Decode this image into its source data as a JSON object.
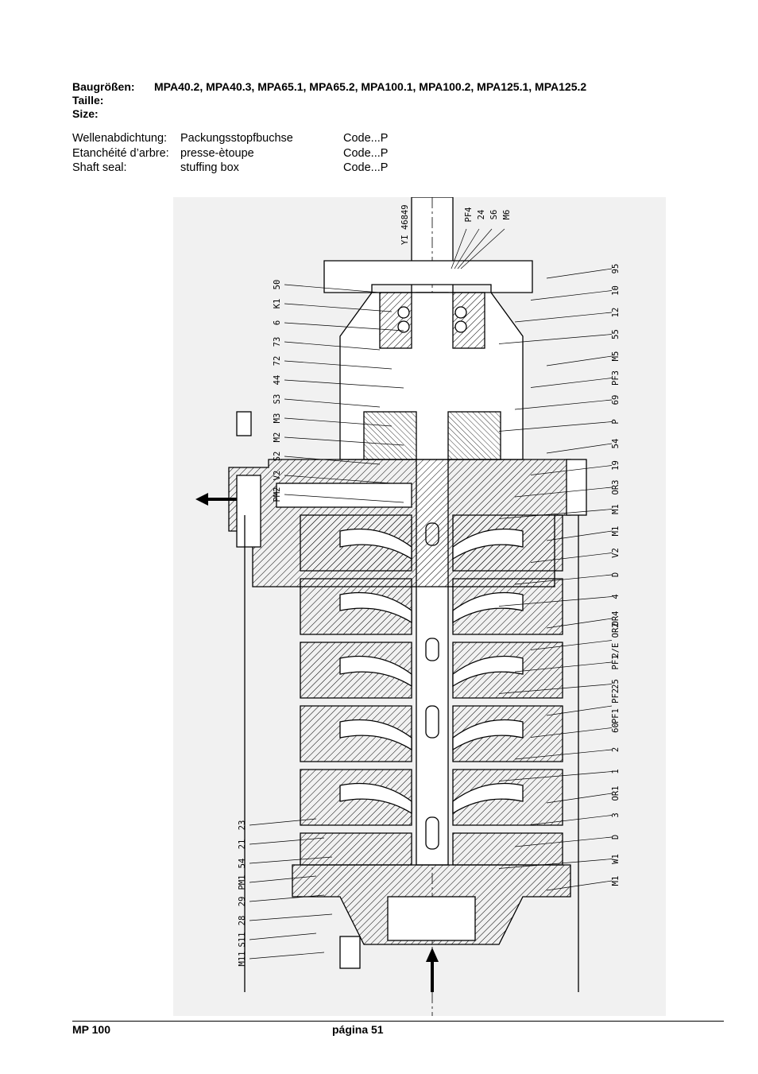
{
  "header": {
    "sizes_label": "Baugrößen:",
    "sizes_value": "MPA40.2, MPA40.3, MPA65.1, MPA65.2, MPA100.1, MPA100.2, MPA125.1, MPA125.2",
    "taille_label": "Taille:",
    "size_label": "Size:"
  },
  "shaft_seal": [
    {
      "label": "Wellenabdichtung:",
      "value": "Packungsstopfbuchse",
      "code": "Code...P"
    },
    {
      "label": "Etanchéité d’arbre:",
      "value": "presse-ètoupe",
      "code": "Code...P"
    },
    {
      "label": "Shaft seal:",
      "value": "stuffing box",
      "code": "Code...P"
    }
  ],
  "drawing": {
    "vertical_text": "YI 46849",
    "callouts_top": [
      "PF4",
      "24",
      "S6",
      "M6"
    ],
    "callouts_left": [
      "50",
      "K1",
      "6",
      "73",
      "72",
      "44",
      "S3",
      "M3",
      "M2",
      "S2",
      "V2",
      "PM2"
    ],
    "callouts_right": [
      "95",
      "10",
      "12",
      "55",
      "M5",
      "PF3",
      "69",
      "P",
      "54",
      "19",
      "OR3",
      "M1",
      "M1",
      "V2",
      "D",
      "4",
      "OR4",
      "2/E OR2",
      "PF1",
      "25",
      "PF1 PF2",
      "60",
      "2",
      "1",
      "OR1",
      "3",
      "D",
      "W1",
      "M1"
    ],
    "callouts_bottom_left": [
      "23",
      "21",
      "54",
      "PM1",
      "29",
      "28",
      "S11",
      "M11"
    ]
  },
  "footer": {
    "left": "MP 100",
    "center": "página 51"
  }
}
